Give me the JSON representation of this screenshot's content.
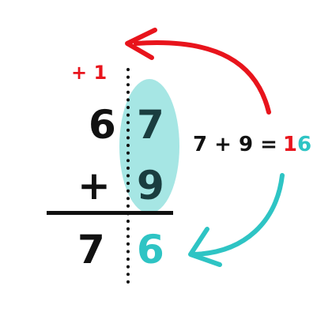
{
  "problem": {
    "carry": "+ 1",
    "top": {
      "tens": "6",
      "ones": "7"
    },
    "operator": "+",
    "bottom": {
      "ones": "9"
    },
    "result": {
      "tens": "7",
      "ones": "6"
    }
  },
  "side_equation": {
    "left": "7 + 9 =",
    "sum_tens": "1",
    "sum_ones": "6"
  },
  "colors": {
    "ink": "#111111",
    "carry_red": "#e8141c",
    "teal": "#2ec4c4",
    "highlight": "#a6e6e4",
    "ones_dark": "#1a3d3f"
  }
}
